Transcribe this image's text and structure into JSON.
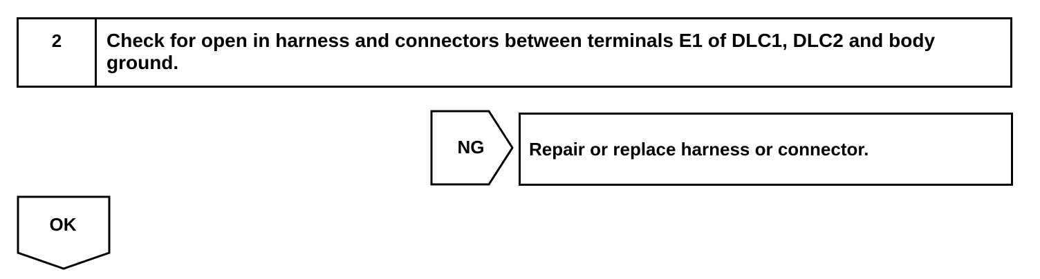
{
  "step": {
    "number": "2",
    "text": "Check for open in harness and connectors between terminals E1 of DLC1, DLC2 and body ground."
  },
  "ng_branch": {
    "label": "NG",
    "action": "Repair or replace harness or connector."
  },
  "ok_branch": {
    "label": "OK"
  }
}
